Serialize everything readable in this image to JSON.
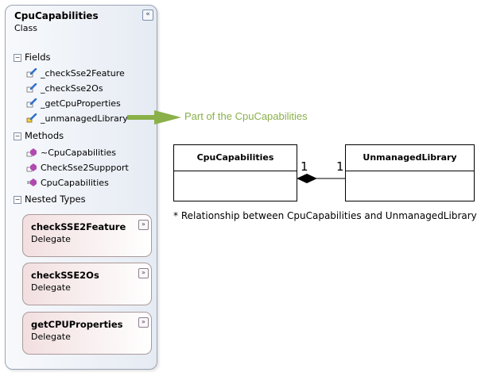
{
  "class_box": {
    "title": "CpuCapabilities",
    "subtitle": "Class",
    "collapse_glyph": "«",
    "sections": {
      "fields": {
        "header": "Fields",
        "toggle": "−",
        "items": [
          "_checkSse2Feature",
          "_checkSse2Os",
          "_getCpuProperties",
          "_unmanagedLibrary"
        ]
      },
      "methods": {
        "header": "Methods",
        "toggle": "−",
        "items": [
          "~CpuCapabilities",
          "CheckSse2Suppport",
          "CpuCapabilities"
        ]
      },
      "nested": {
        "header": "Nested Types",
        "toggle": "−",
        "items": [
          {
            "name": "checkSSE2Feature",
            "kind": "Delegate",
            "expand_glyph": "»"
          },
          {
            "name": "checkSSE2Os",
            "kind": "Delegate",
            "expand_glyph": "»"
          },
          {
            "name": "getCPUProperties",
            "kind": "Delegate",
            "expand_glyph": "»"
          }
        ]
      }
    }
  },
  "annotation": {
    "label": "Part of the CpuCapabilities",
    "color": "#8ab04a"
  },
  "uml": {
    "left_class": "CpuCapabilities",
    "right_class": "UnmanagedLibrary",
    "left_multiplicity": "1",
    "right_multiplicity": "1",
    "relationship": "composition"
  },
  "caption": "* Relationship between CpuCapabilities and UnmanagedLibrary",
  "colors": {
    "field_icon": "#2f6fd0",
    "method_icon": "#b04ab0",
    "class_border": "#9aa3b3",
    "nested_fill": "#f2dfe0"
  }
}
